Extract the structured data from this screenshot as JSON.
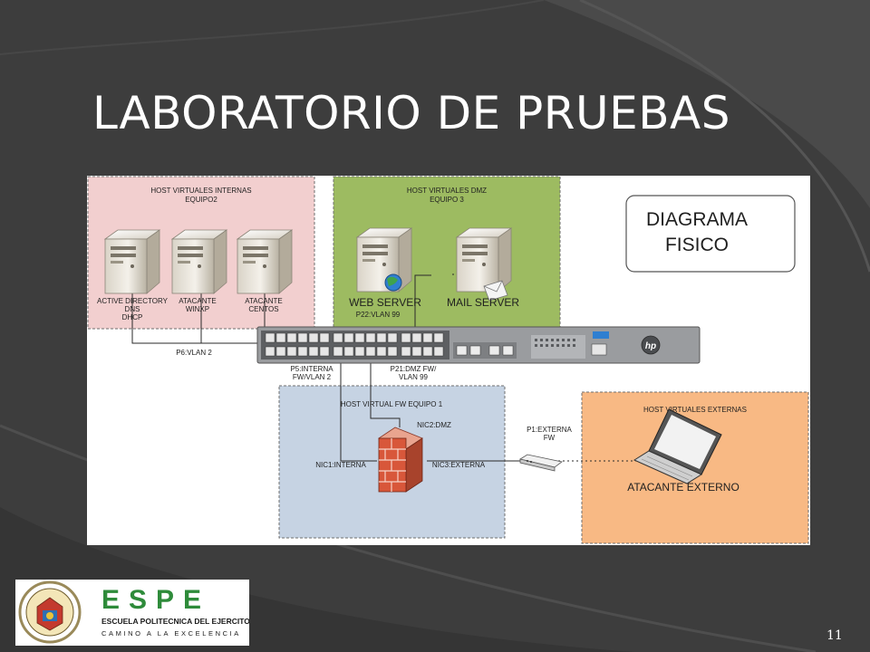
{
  "slide": {
    "title": "LABORATORIO DE PRUEBAS",
    "page_number": "11"
  },
  "diagram": {
    "diagram_title_line1": "DIAGRAMA",
    "diagram_title_line2": "FISICO",
    "zones": {
      "internal": {
        "title_line1": "HOST VIRTUALES INTERNAS",
        "title_line2": "EQUIPO2",
        "color": "#f2cfcf"
      },
      "dmz": {
        "title_line1": "HOST VIRTUALES DMZ",
        "title_line2": "EQUIPO 3",
        "color": "#9dbb61"
      },
      "firewall": {
        "title": "HOST VIRTUAL FW EQUIPO 1",
        "color": "#c6d3e3"
      },
      "external": {
        "title": "HOST VIRTUALES EXTERNAS",
        "color": "#f8b984"
      }
    },
    "servers": {
      "ad": {
        "line1": "ACTIVE DIRECTORY",
        "line2": "DNS",
        "line3": "DHCP"
      },
      "winxp": {
        "line1": "ATACANTE",
        "line2": "WINXP"
      },
      "centos": {
        "line1": "ATACANTE",
        "line2": "CENTOS"
      },
      "web": {
        "label": "WEB SERVER",
        "port": "P22:VLAN 99"
      },
      "mail": {
        "label": "MAIL SERVER"
      }
    },
    "links": {
      "p6": "P6:VLAN 2",
      "p5_line1": "P5:INTERNA",
      "p5_line2": "FW/VLAN 2",
      "p21_line1": "P21:DMZ FW/",
      "p21_line2": "VLAN 99",
      "nic1": "NIC1:INTERNA",
      "nic2": "NIC2:DMZ",
      "nic3": "NIC3:EXTERNA",
      "p1_line1": "P1:EXTERNA",
      "p1_line2": "FW"
    },
    "external_host": "ATACANTE EXTERNO",
    "switch_logo": "hp"
  },
  "logo": {
    "name": "ESPE",
    "subtitle": "ESCUELA POLITECNICA DEL EJERCITO",
    "tagline": "CAMINO A LA EXCELENCIA",
    "colors": {
      "green": "#2e8b3a",
      "dark": "#1a1a1a"
    }
  }
}
